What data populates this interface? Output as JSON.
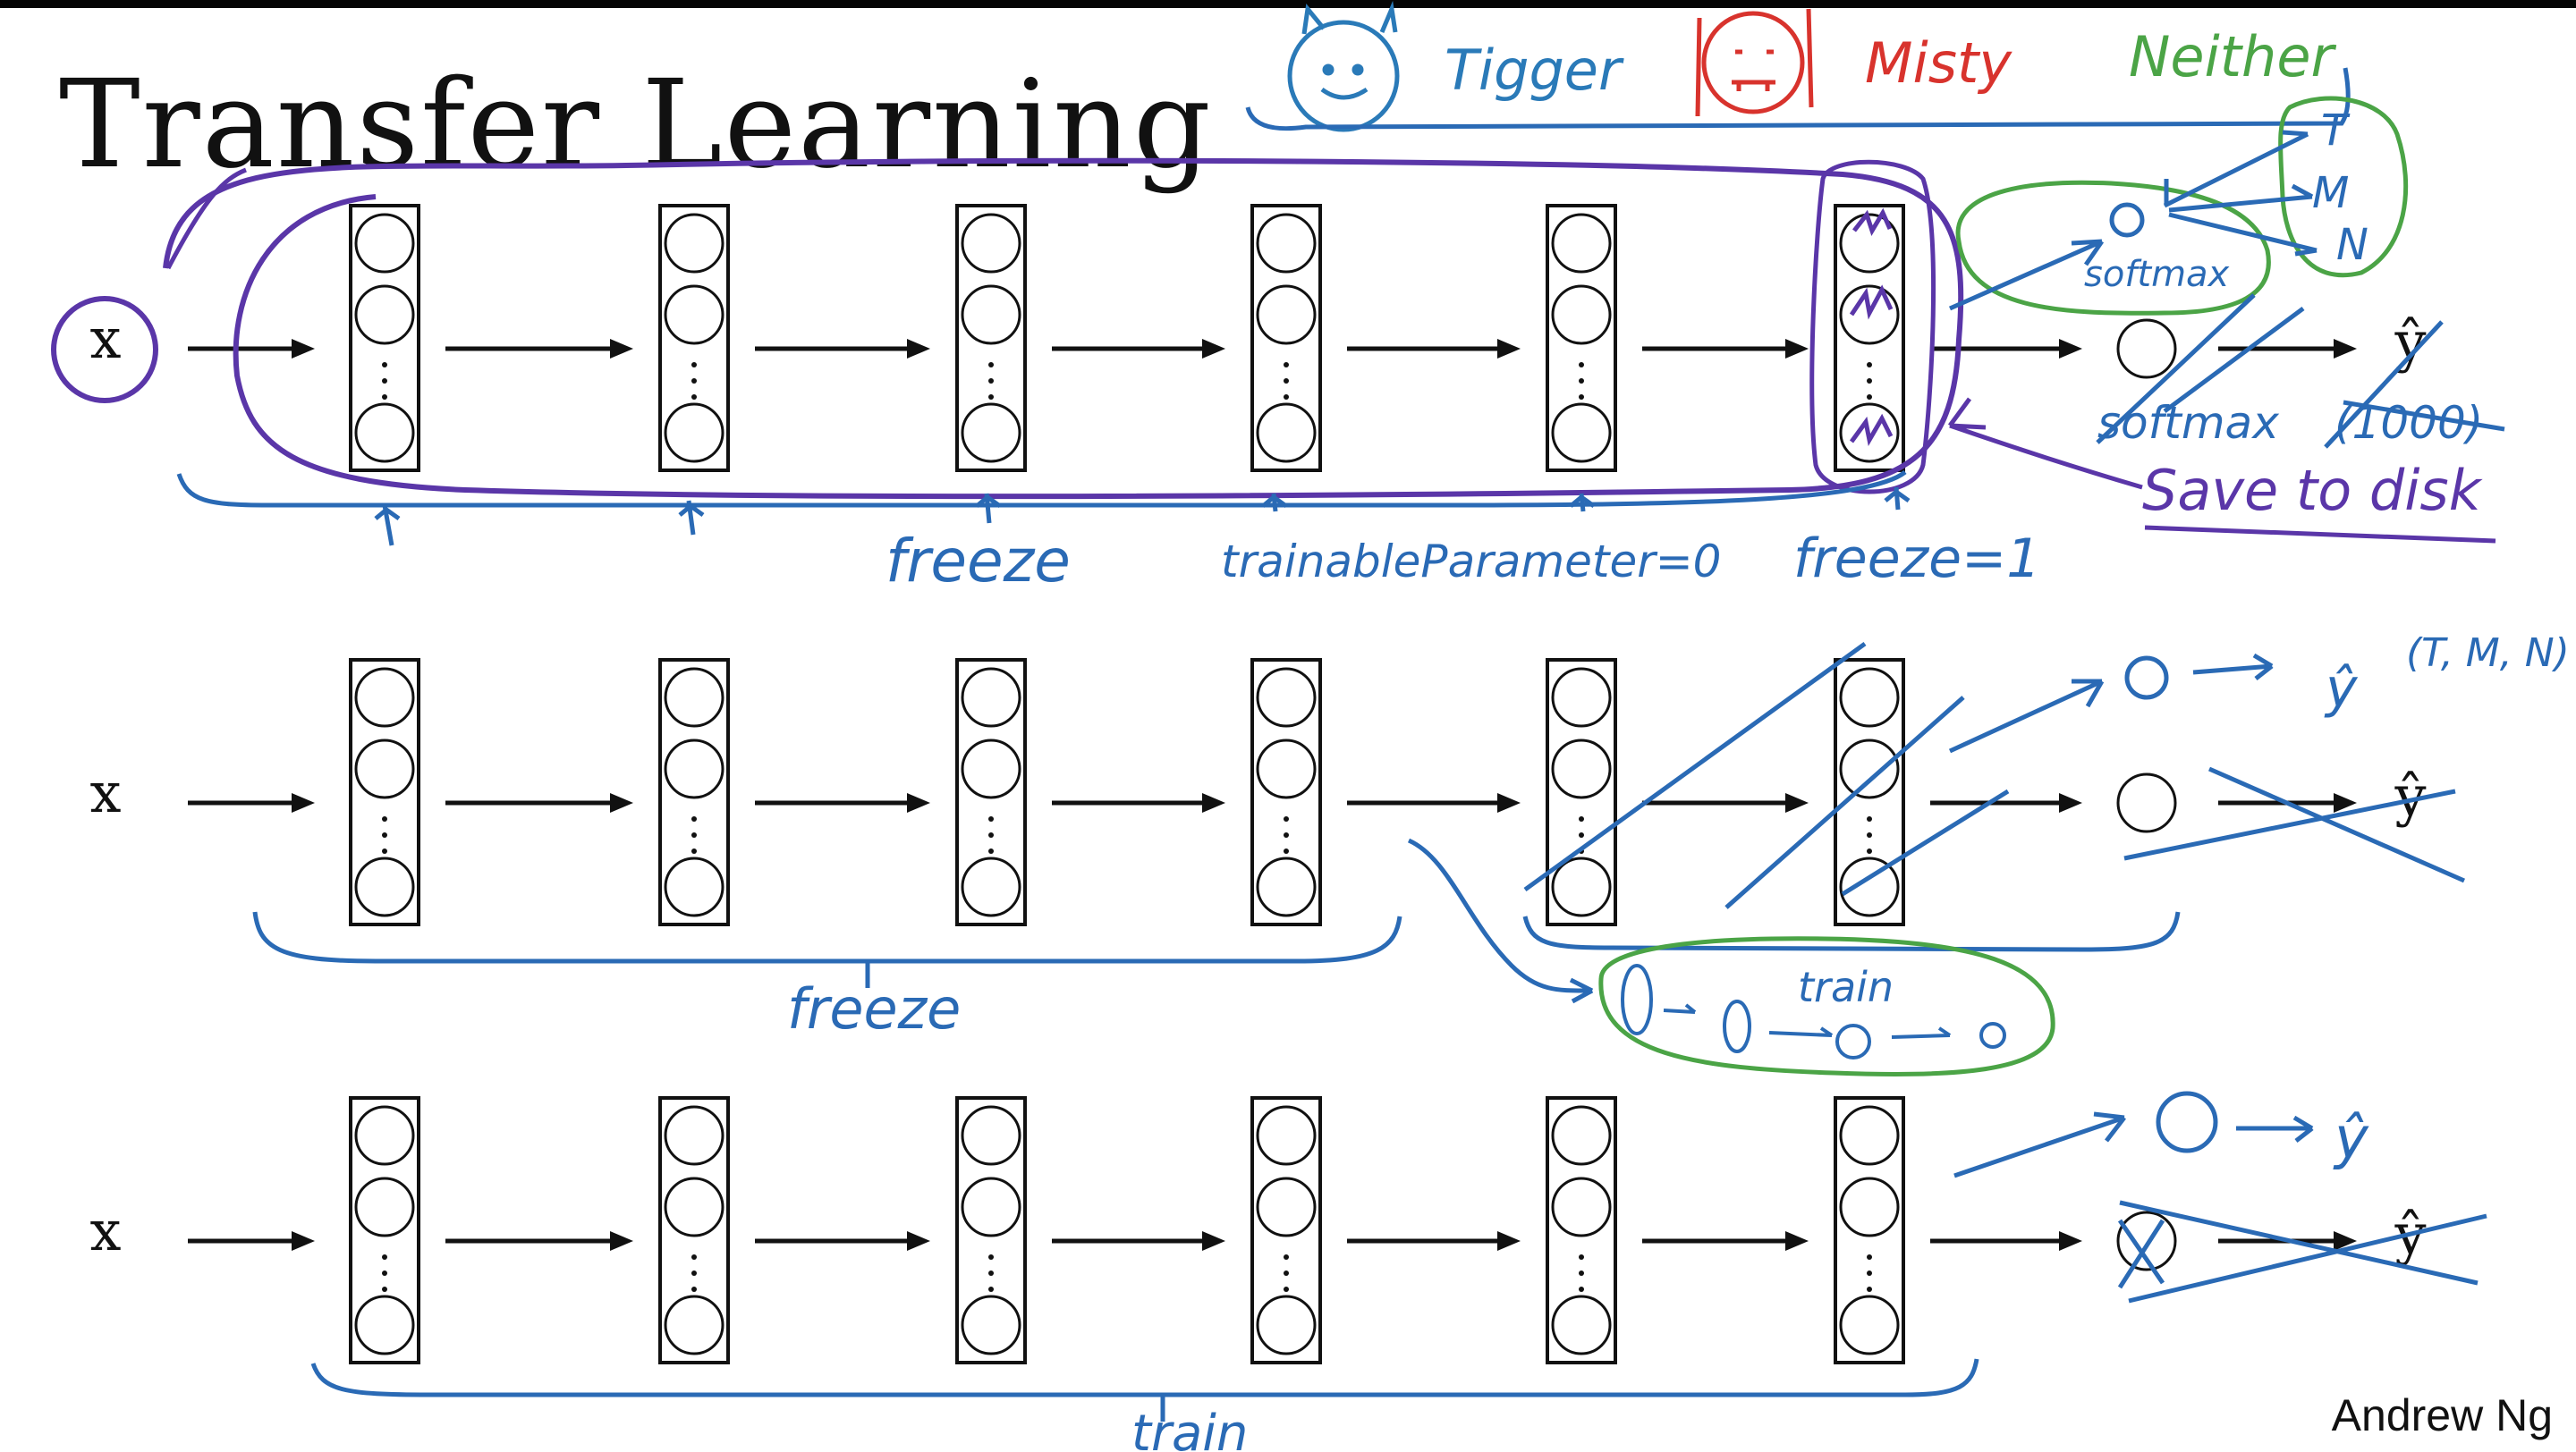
{
  "slide": {
    "title": "Transfer Learning",
    "author": "Andrew Ng"
  },
  "classes": [
    {
      "label": "Tigger",
      "color": "#2a7ab8"
    },
    {
      "label": "Misty",
      "color": "#d8332d"
    },
    {
      "label": "Neither",
      "color": "#4ba446"
    }
  ],
  "network": {
    "input_label": "x",
    "output_label": "ŷ",
    "layer_count": 6,
    "rows": 3
  },
  "annotations": {
    "freeze_top": "freeze",
    "trainable": "trainableParameter=0",
    "freeze_eq": "freeze=1",
    "save_to_disk": "Save to disk",
    "softmax_top": "softmax",
    "softmax_crossed": "softmax",
    "crossed_1000": "(1000)",
    "outputs_top": [
      "T",
      "M",
      "N"
    ],
    "row2_yhat": "ŷ",
    "row2_classes": "(T, M, N)",
    "freeze_mid": "freeze",
    "train_mid": "train",
    "train_bottom": "train",
    "row3_yhat": "ŷ"
  },
  "colors": {
    "ink": "#111111",
    "blue": "#2a6ab5",
    "purple": "#5a36a8",
    "green": "#4ba446",
    "red": "#d8332d"
  }
}
